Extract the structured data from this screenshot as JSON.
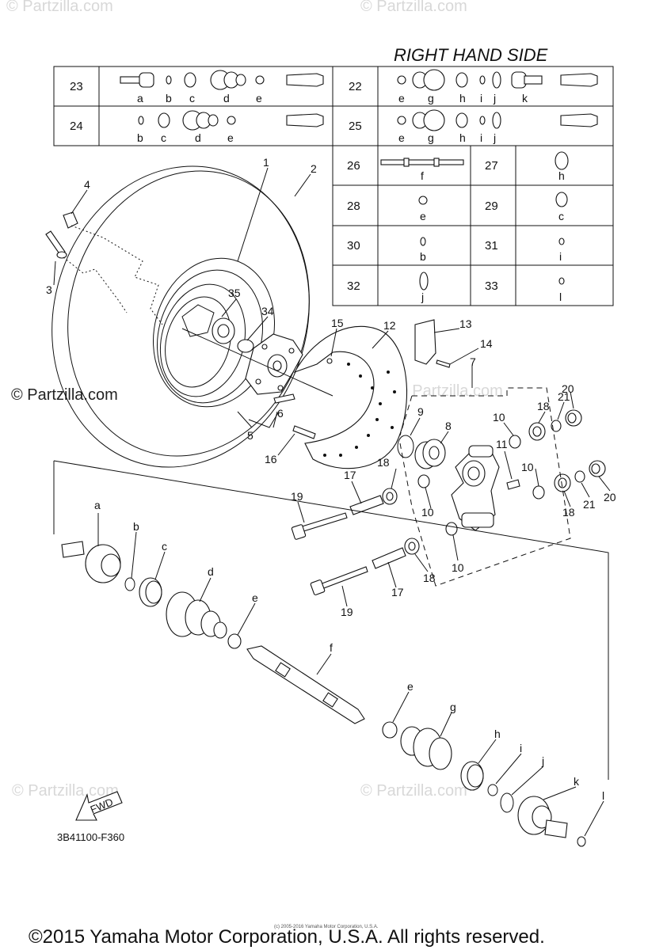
{
  "title": "RIGHT HAND SIDE",
  "diagram_code": "3B41100-F360",
  "fwd_label": "FWD",
  "copyright": "©2015 Yamaha Motor Corporation, U.S.A. All rights reserved.",
  "fine_print": "(c) 2005-2016 Yamaha Motor Corporation, U.S.A.",
  "watermark": "© Partzilla.com",
  "kit_table": {
    "row23": {
      "num": "23",
      "letters": [
        "a",
        "b",
        "c",
        "d",
        "e"
      ]
    },
    "row22": {
      "num": "22",
      "letters": [
        "e",
        "g",
        "h",
        "i",
        "j",
        "k"
      ]
    },
    "row24": {
      "num": "24",
      "letters": [
        "b",
        "c",
        "d",
        "e"
      ]
    },
    "row25": {
      "num": "25",
      "letters": [
        "e",
        "g",
        "h",
        "i",
        "j"
      ]
    },
    "row26": {
      "num": "26",
      "letter": "f"
    },
    "row27": {
      "num": "27",
      "letter": "h"
    },
    "row28": {
      "num": "28",
      "letter": "e"
    },
    "row29": {
      "num": "29",
      "letter": "c"
    },
    "row30": {
      "num": "30",
      "letter": "b"
    },
    "row31": {
      "num": "31",
      "letter": "i"
    },
    "row32": {
      "num": "32",
      "letter": "j"
    },
    "row33": {
      "num": "33",
      "letter": "l"
    }
  },
  "callouts": {
    "n1": "1",
    "n2": "2",
    "n3": "3",
    "n4": "4",
    "n5": "5",
    "n6": "6",
    "n7": "7",
    "n8": "8",
    "n9": "9",
    "n10a": "10",
    "n10b": "10",
    "n10c": "10",
    "n10d": "10",
    "n11": "11",
    "n12": "12",
    "n13": "13",
    "n14": "14",
    "n15": "15",
    "n16": "16",
    "n17a": "17",
    "n17b": "17",
    "n18a": "18",
    "n18b": "18",
    "n18c": "18",
    "n18d": "18",
    "n19a": "19",
    "n19b": "19",
    "n20a": "20",
    "n20b": "20",
    "n21a": "21",
    "n21b": "21",
    "n34": "34",
    "n35": "35",
    "la": "a",
    "lb": "b",
    "lc": "c",
    "ld": "d",
    "le1": "e",
    "lf": "f",
    "le2": "e",
    "lg": "g",
    "lh": "h",
    "li": "i",
    "lj": "j",
    "lk": "k",
    "ll": "l"
  }
}
